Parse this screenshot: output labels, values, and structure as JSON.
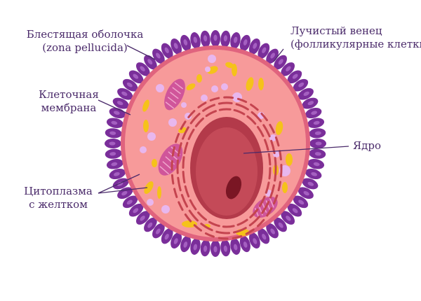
{
  "labels": {
    "zona_line1": "Блестящая оболочка",
    "zona_line2": "(zona pellucida)",
    "corona_line1": "Лучистый венец",
    "corona_line2": "(фолликулярные клетки)",
    "membrane_line1": "Клеточная",
    "membrane_line2": "мембрана",
    "nucleus": "Ядро",
    "cytoplasm_line1": "Цитоплазма",
    "cytoplasm_line2": "с желтком"
  },
  "colors": {
    "follicle_cell": "#7a2e9a",
    "follicle_nucleus": "#a45fc0",
    "zona_pellucida": "#e0637e",
    "cytoplasm": "#f79a9a",
    "nucleus_outer": "#b33a4a",
    "nucleus_inner": "#c44a58",
    "nucleolus": "#7a1624",
    "er": "#c4444f",
    "yolk": "#f5c21a",
    "vesicle": "#e8b7ee",
    "mitochondria": "#d0559a",
    "leader_line": "#4a2a6a"
  }
}
